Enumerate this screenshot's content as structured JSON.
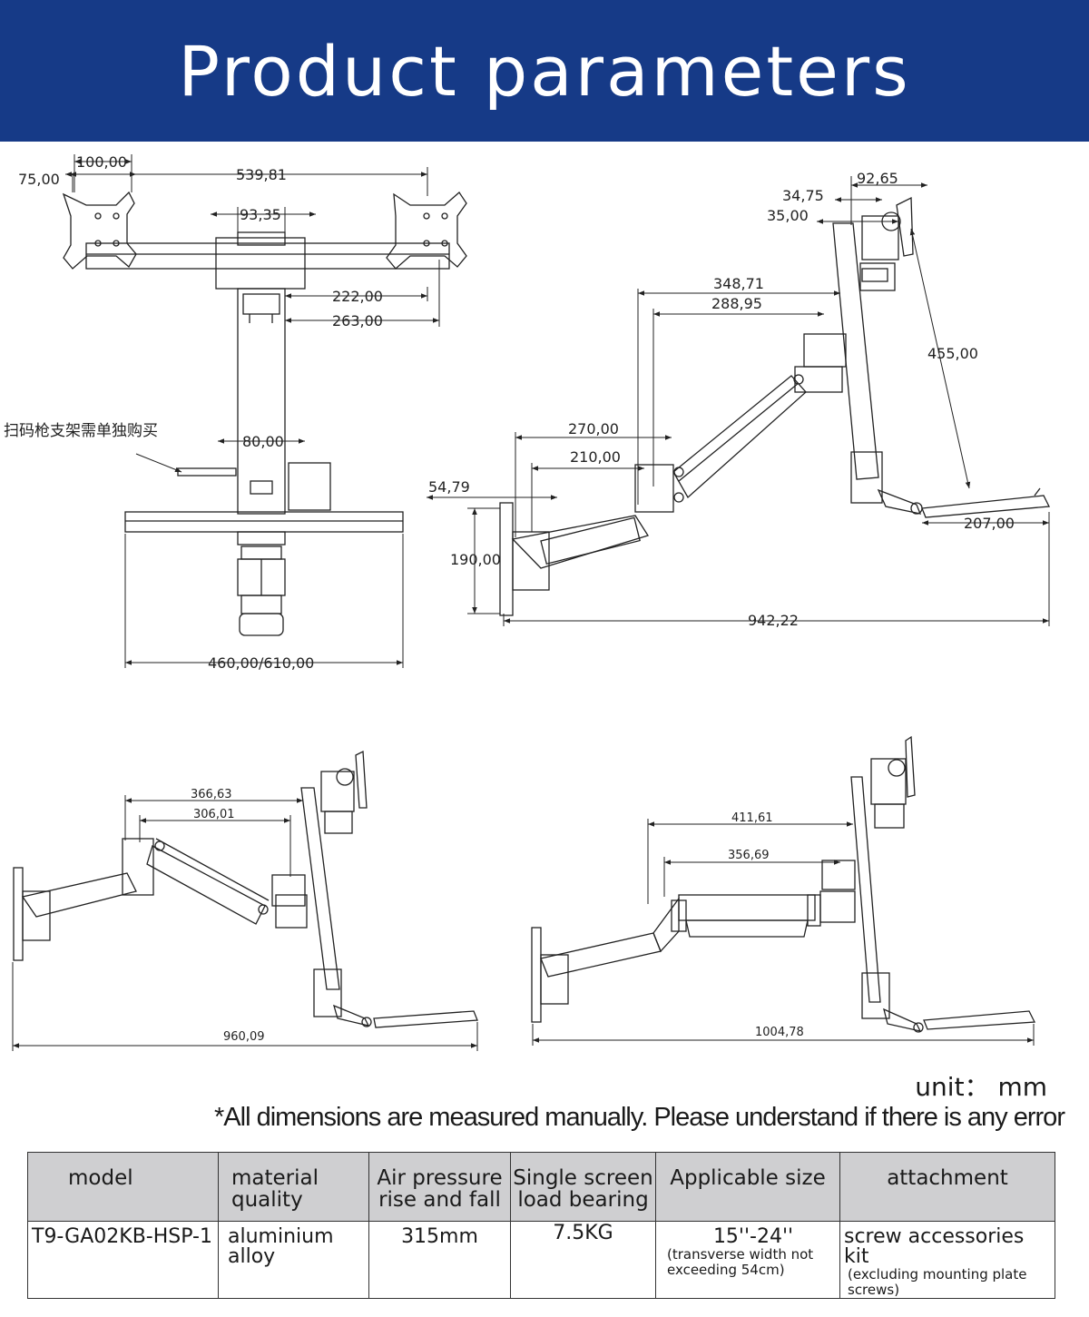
{
  "banner": {
    "title": "Product parameters"
  },
  "dimensions": {
    "front_view": {
      "d_100": "100,00",
      "d_75": "75,00",
      "d_539": "539,81",
      "d_93": "93,35",
      "d_222": "222,00",
      "d_263": "263,00",
      "d_80": "80,00",
      "d_460": "460,00/610,00",
      "note": "扫码枪支架需单独购买"
    },
    "side_view": {
      "d_92": "92,65",
      "d_34": "34,75",
      "d_35": "35,00",
      "d_348": "348,71",
      "d_288": "288,95",
      "d_455": "455,00",
      "d_270": "270,00",
      "d_210": "210,00",
      "d_54": "54,79",
      "d_190": "190,00",
      "d_207": "207,00",
      "d_942": "942,22"
    },
    "lower_left_view": {
      "d_366": "366,63",
      "d_306": "306,01",
      "d_960": "960,09"
    },
    "lower_right_view": {
      "d_411": "411,61",
      "d_356": "356,69",
      "d_1004": "1004,78"
    }
  },
  "unit_text": "unit： mm",
  "notice_text": "*All dimensions are measured manually. Please understand if there is any error",
  "table": {
    "headers": {
      "model": "model",
      "material_1": "material",
      "material_2": "quality",
      "air_1": "Air pressure",
      "air_2": "rise and fall",
      "load_1": "Single screen",
      "load_2": "load bearing",
      "size": "Applicable size",
      "attachment": "attachment"
    },
    "row": {
      "model": "T9-GA02KB-HSP-1",
      "material_1": "aluminium",
      "material_2": "alloy",
      "air": "315mm",
      "load": "7.5KG",
      "size_main": "15''-24''",
      "size_sub_1": "(transverse width not",
      "size_sub_2": "exceeding 54cm)",
      "attach_main": "screw accessories kit",
      "attach_sub_1": "(excluding mounting plate",
      "attach_sub_2": "screws)"
    }
  }
}
